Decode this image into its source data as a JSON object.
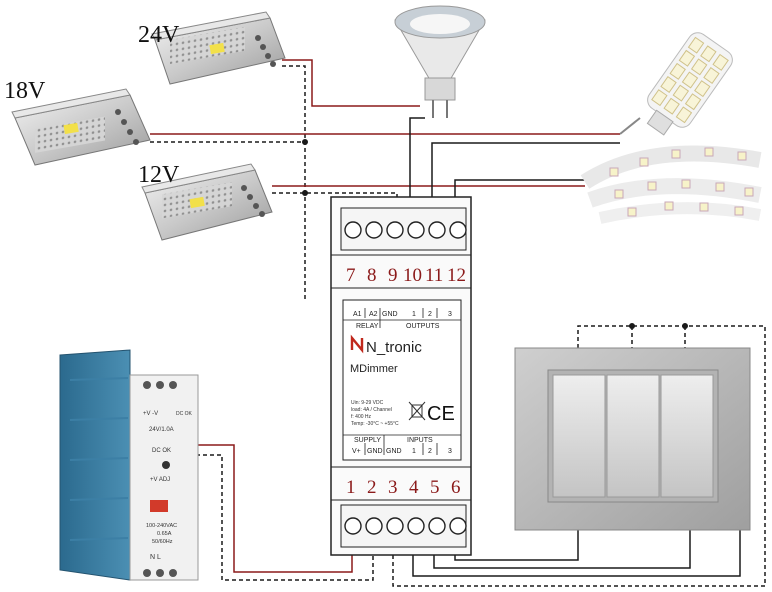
{
  "supplies": {
    "psu_24v_label": "24V",
    "psu_18v_label": "18V",
    "psu_12v_label": "12V"
  },
  "module": {
    "top_terminals": [
      "7",
      "8",
      "9",
      "10",
      "11",
      "12"
    ],
    "bottom_terminals": [
      "1",
      "2",
      "3",
      "4",
      "5",
      "6"
    ],
    "top_labels": [
      "A1",
      "A2",
      "GND",
      "1",
      "2",
      "3"
    ],
    "relay_label": "RELAY",
    "outputs_label": "OUTPUTS",
    "brand": "N_tronic",
    "model": "MDimmer",
    "specs": [
      "Uin: 9-29 VDC",
      "load: 4A / Channel",
      "f:     400 Hz",
      "Temp: -30°C ~ +55°C"
    ],
    "supply_label": "SUPPLY",
    "inputs_label": "INPUTS",
    "bottom_labels": [
      "V+",
      "GND",
      "GND",
      "1",
      "2",
      "3"
    ]
  },
  "din_psu": {
    "terminal_top": "+V  -V",
    "dc_ok_top": "DC OK",
    "rating": "24V/1.0A",
    "dc_ok": "DC OK",
    "adj": "+V ADJ",
    "input_spec": [
      "100-240VAC",
      "0.65A",
      "50/60Hz"
    ],
    "terminal_bottom": "N   L"
  },
  "colors": {
    "wire_red": "#8b1a1a",
    "wire_black": "#1a1a1a",
    "terminal_number": "#8b1a1a"
  }
}
